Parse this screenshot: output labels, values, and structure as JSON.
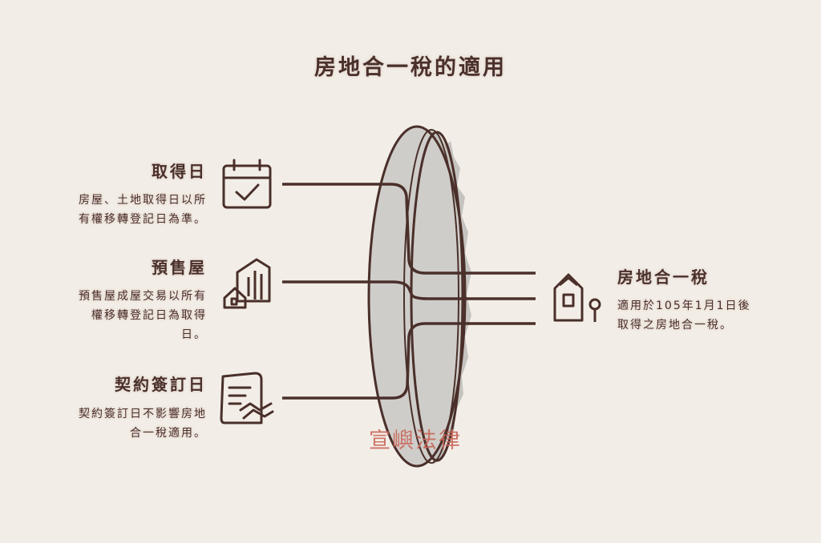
{
  "title": "房地合一稅的適用",
  "inputs": [
    {
      "label": "取得日",
      "desc_lines": [
        "房屋、土地取得日以所",
        "有權移轉登記日為準。"
      ],
      "icon": "calendar-check-icon"
    },
    {
      "label": "預售屋",
      "desc_lines": [
        "預售屋成屋交易以所有",
        "權移轉登記日為取得",
        "日。"
      ],
      "icon": "buildings-icon"
    },
    {
      "label": "契約簽訂日",
      "desc_lines": [
        "契約簽訂日不影響房地",
        "合一稅適用。"
      ],
      "icon": "contract-handshake-icon"
    }
  ],
  "output": {
    "label": "房地合一稅",
    "desc_lines": [
      "適用於105年1月1日後",
      "取得之房地合一稅。"
    ],
    "icon": "house-key-icon"
  },
  "watermark": "宣嶼法律",
  "colors": {
    "background": "#f2eee7",
    "ink": "#4a2f2a",
    "lens_fill": "#c9c7c3",
    "watermark": "#c9665a"
  }
}
